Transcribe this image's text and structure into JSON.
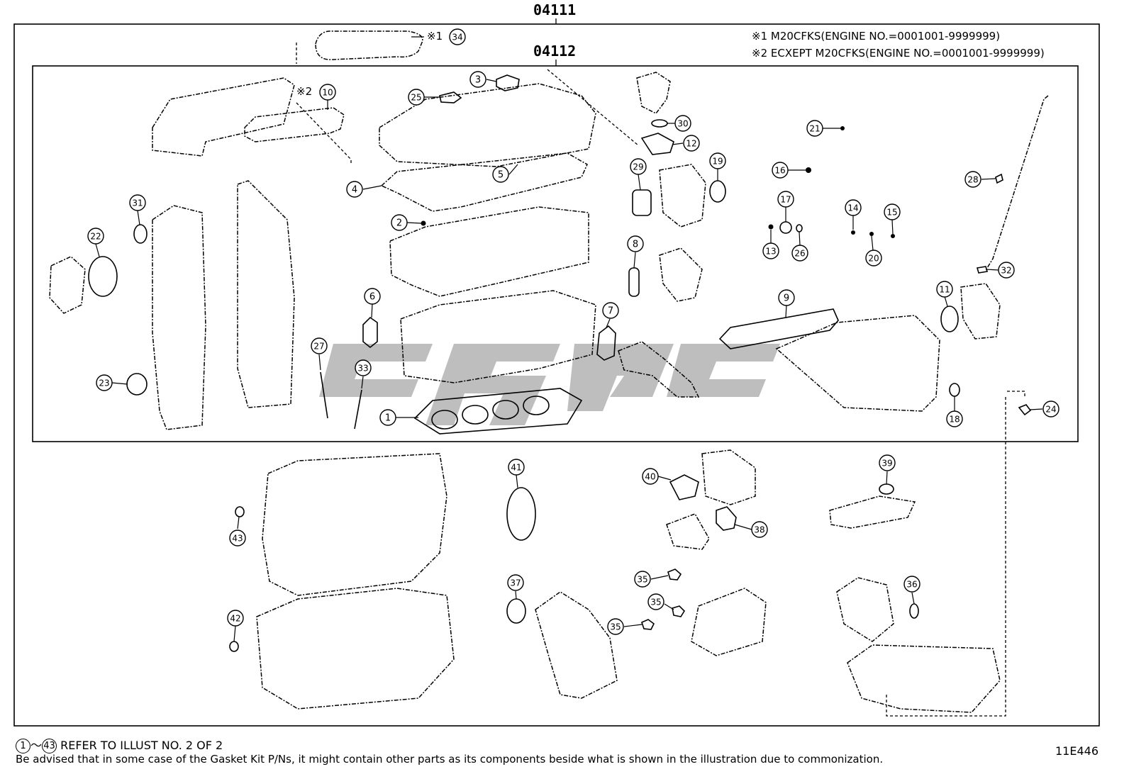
{
  "header": {
    "main_code": "04111",
    "sub_code": "04112",
    "note1": "※1 M20CFKS(ENGINE NO.=0001001-9999999)",
    "note2": "※2 ECXEPT M20CFKS(ENGINE NO.=0001001-9999999)",
    "mark1": "※1",
    "mark2": "※2"
  },
  "callouts": [
    "1",
    "2",
    "3",
    "4",
    "5",
    "6",
    "7",
    "8",
    "9",
    "10",
    "11",
    "12",
    "13",
    "14",
    "15",
    "16",
    "17",
    "18",
    "19",
    "20",
    "21",
    "22",
    "23",
    "24",
    "25",
    "26",
    "27",
    "28",
    "29",
    "30",
    "31",
    "32",
    "33",
    "34",
    "35",
    "35",
    "35",
    "36",
    "37",
    "38",
    "39",
    "40",
    "41",
    "42",
    "43"
  ],
  "footer": {
    "range_start": "1",
    "range_sep": "〜",
    "range_end": "43",
    "refer_text": "REFER TO ILLUST NO. 2 OF 2",
    "advisory": "Be advised that in some case of the Gasket Kit P/Ns,  it might contain other parts as its components beside what is shown in the illustration due to commonization.",
    "illust_id": "11E446"
  },
  "watermark_color": "#b3b3b3"
}
